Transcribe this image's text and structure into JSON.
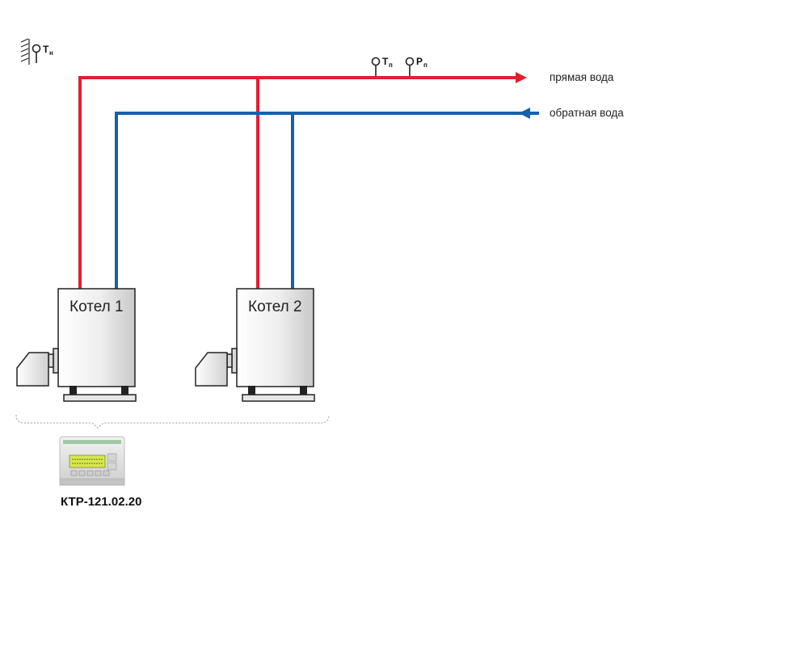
{
  "sensors": {
    "outdoor": {
      "main": "Т",
      "sub": "н"
    },
    "supply_temp": {
      "main": "Т",
      "sub": "п"
    },
    "supply_pressure": {
      "main": "Р",
      "sub": "п"
    }
  },
  "pipes": {
    "supply_label": "прямая вода",
    "return_label": "обратная вода",
    "supply_color": "#e1202f",
    "return_color": "#1460ae"
  },
  "boilers": [
    {
      "label": "Котел 1"
    },
    {
      "label": "Котел 2"
    }
  ],
  "controller": {
    "label": "КТР-121.02.20",
    "icon": "controller-device-icon"
  }
}
